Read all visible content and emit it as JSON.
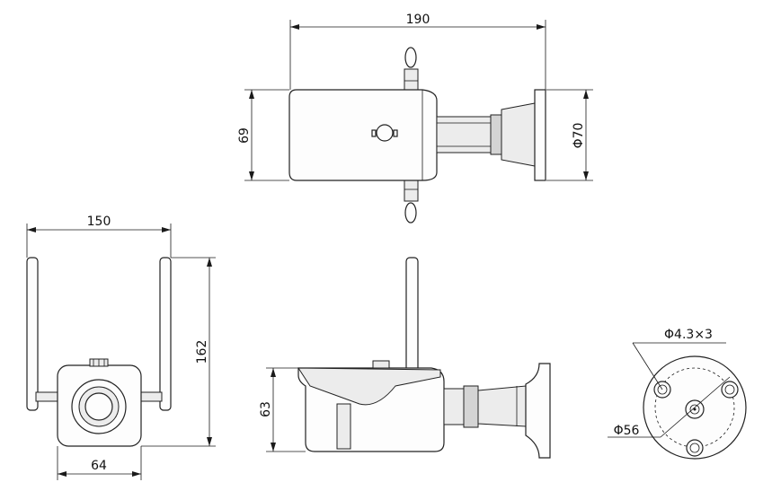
{
  "dimensions": {
    "top_width": "190",
    "top_height": "69",
    "top_flange": "Φ70",
    "front_width": "150",
    "front_height": "162",
    "front_body_width": "64",
    "side_height": "63",
    "base_holes": "Φ4.3×3",
    "base_circle": "Φ56"
  },
  "colors": {
    "line": "#1a1a1a",
    "fill": "#fdfdfd",
    "shade": "#ececec"
  }
}
